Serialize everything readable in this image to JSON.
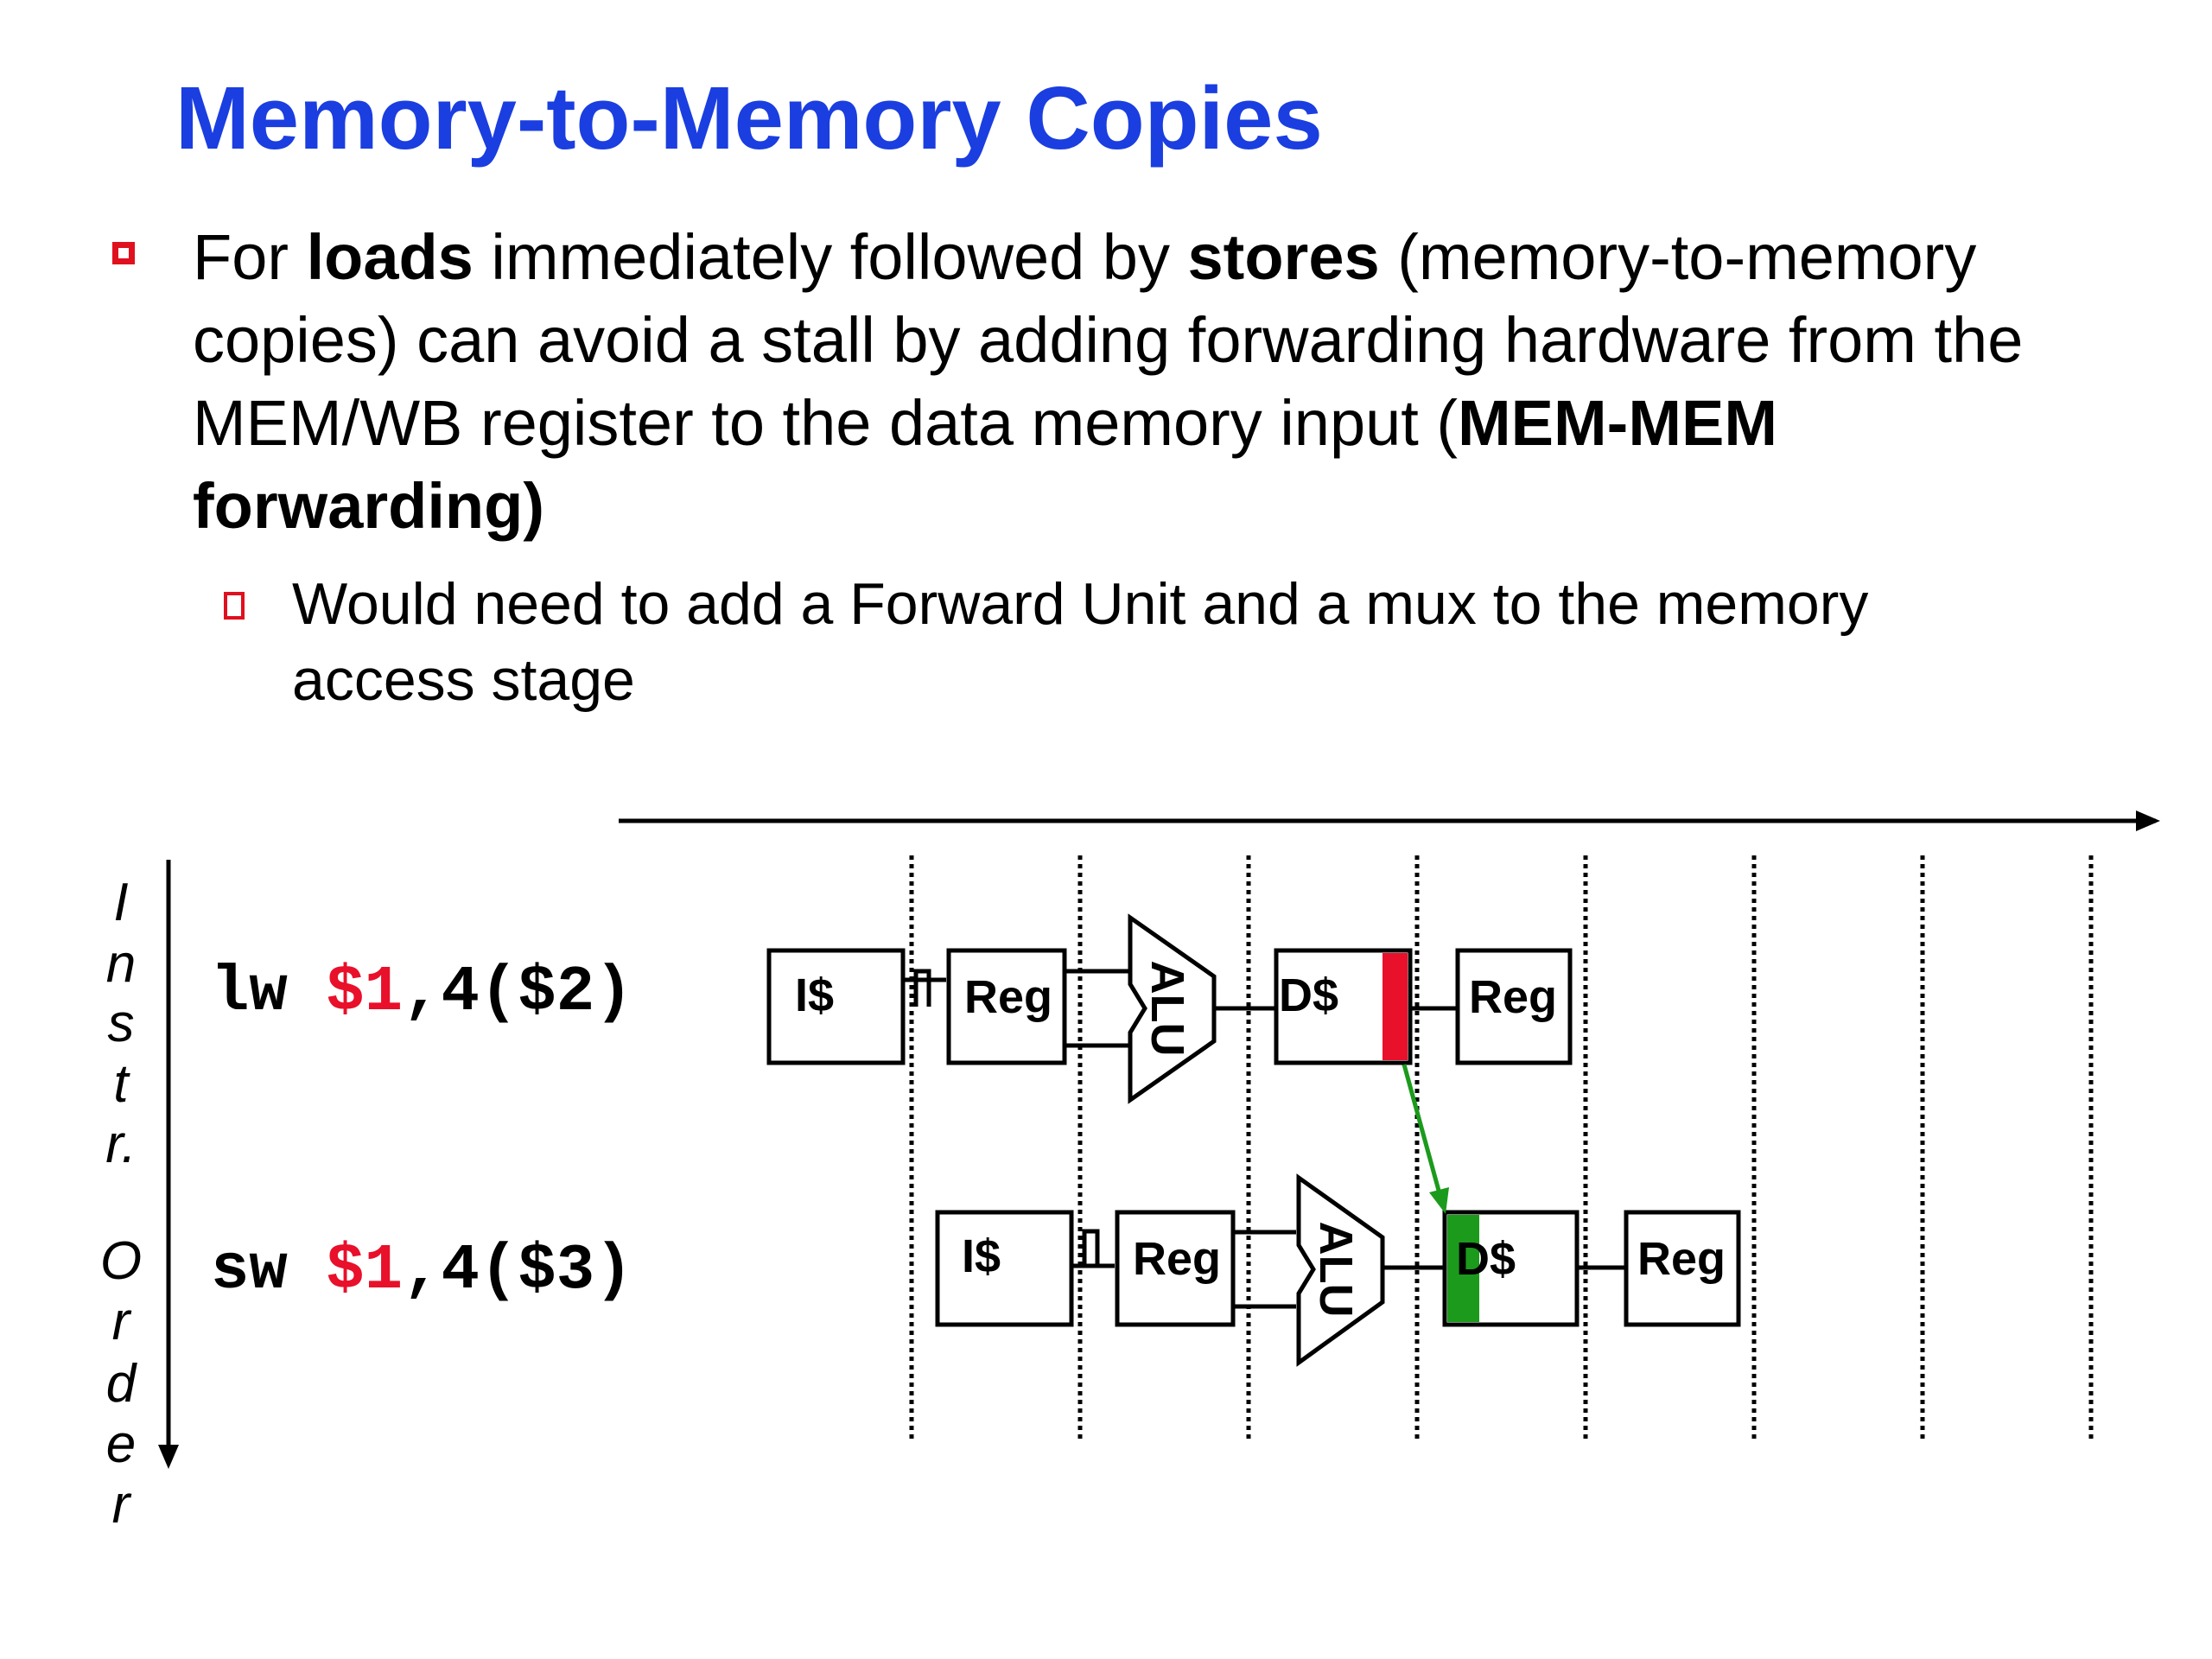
{
  "slide": {
    "title": "Memory-to-Memory Copies",
    "bullet1": {
      "p1": "For ",
      "b1": "loads",
      "p2": " immediately followed by ",
      "b2": "stores",
      "p3": " (memory-to-memory copies) can avoid a stall by adding forwarding hardware from the MEM/WB register to the data memory input (",
      "b3": "MEM-MEM forwarding)"
    },
    "bullet2": "Would need to add a Forward Unit and a mux to the memory access stage"
  },
  "diagram": {
    "axis_label_letters": [
      "I",
      "n",
      "s",
      "t",
      "r.",
      "O",
      "r",
      "d",
      "e",
      "r"
    ],
    "instructions": [
      {
        "op": "lw ",
        "reg": "$1",
        "rest": ",4($2)"
      },
      {
        "op": "sw ",
        "reg": "$1",
        "rest": ",4($3)"
      }
    ],
    "stage_labels": {
      "ifetch": "I$",
      "reg": "Reg",
      "alu": "ALU",
      "dmem": "D$",
      "wb": "Reg"
    },
    "colors": {
      "load_highlight": "#e8102a",
      "store_highlight": "#1c9a1c",
      "forward_arrow": "#1c9a1c",
      "register_red": "#e8102a",
      "title": "#1a3ee0"
    }
  }
}
